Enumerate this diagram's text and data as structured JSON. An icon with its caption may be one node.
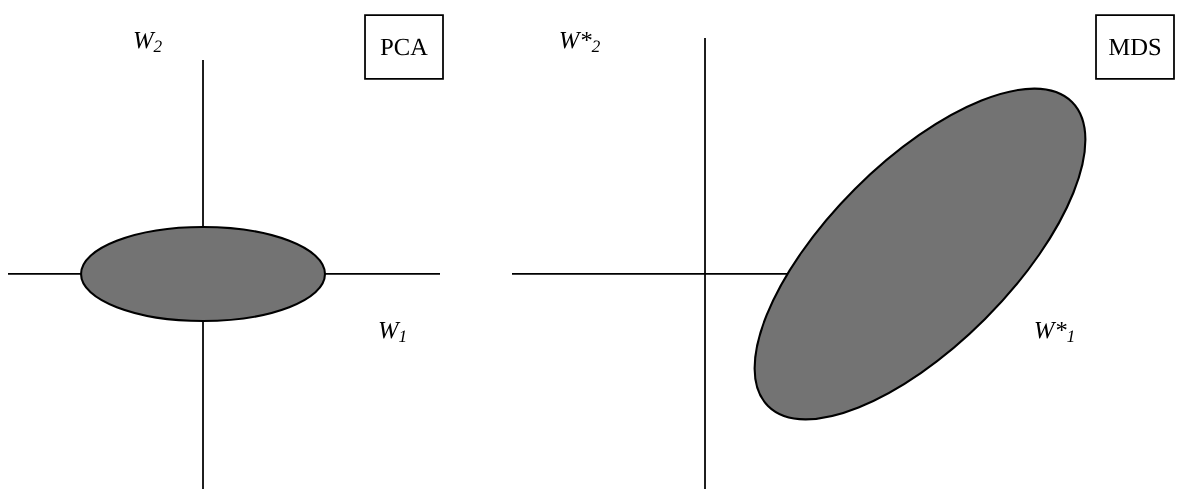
{
  "diagram": {
    "nodes": [
      {
        "text": [],
        "shape": "ellipse"
      },
      {
        "text": [
          "PCA"
        ]
      },
      {
        "text": [],
        "shape": "ellipse"
      },
      {
        "text": [
          "MDS"
        ]
      }
    ],
    "labels": [
      "W$_{2}$",
      "W$_{1}$",
      "W*$_{2}$",
      "W*$_{1}$"
    ]
  }
}
